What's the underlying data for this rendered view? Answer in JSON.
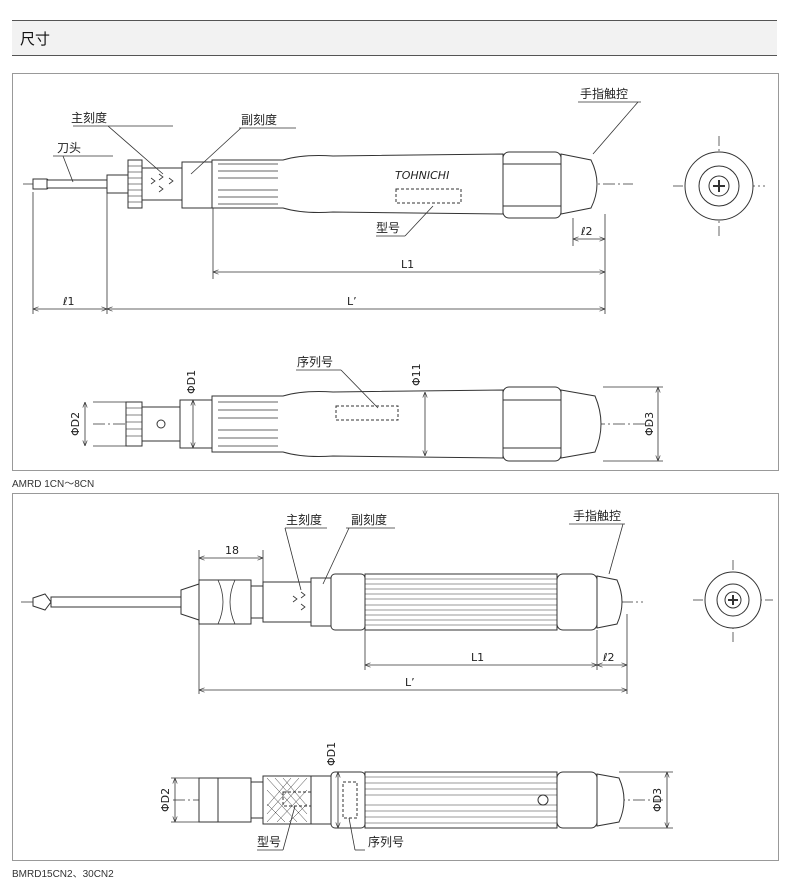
{
  "header": {
    "title": "尺寸"
  },
  "figure1": {
    "caption": "AMRD 1CN～8CN",
    "labels": {
      "main_scale": "主刻度",
      "sub_scale": "副刻度",
      "bit": "刀头",
      "finger_touch": "手指触控",
      "brand": "TOHNICHI",
      "model": "型号",
      "l2": "ℓ2",
      "L1": "L1",
      "l1": "ℓ1",
      "Lp": "L’",
      "serial": "序列号",
      "D1": "ΦD1",
      "D11": "Φ11",
      "D2": "ΦD2",
      "D3": "ΦD3"
    }
  },
  "figure2": {
    "caption": "BMRD15CN2、30CN2",
    "labels": {
      "main_scale": "主刻度",
      "sub_scale": "副刻度",
      "finger_touch": "手指触控",
      "dim18": "18",
      "L1": "L1",
      "l2": "ℓ2",
      "Lp": "L’",
      "D1": "ΦD1",
      "D2": "ΦD2",
      "D3": "ΦD3",
      "model": "型号",
      "serial": "序列号"
    }
  }
}
